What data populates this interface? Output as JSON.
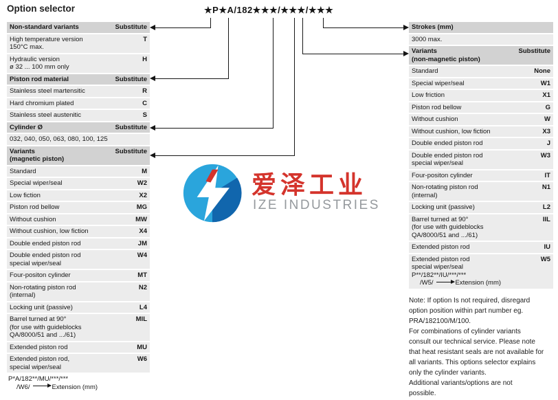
{
  "page": {
    "title": "Option selector",
    "part_code": "★P★A/182★★★/★★★/★★★"
  },
  "left_table": {
    "rows": [
      {
        "type": "header",
        "lines": [
          "Non-standard variants"
        ],
        "sub": "Substitute"
      },
      {
        "type": "data",
        "lines": [
          "High temperature version",
          "150°C max."
        ],
        "sub": "T"
      },
      {
        "type": "data",
        "lines": [
          "Hydraulic version",
          "ø 32 ... 100 mm only"
        ],
        "sub": "H"
      },
      {
        "type": "header",
        "lines": [
          "Piston rod material"
        ],
        "sub": "Substitute"
      },
      {
        "type": "data",
        "lines": [
          "Stainless steel martensitic"
        ],
        "sub": "R"
      },
      {
        "type": "data",
        "lines": [
          "Hard chromium plated"
        ],
        "sub": "C"
      },
      {
        "type": "data",
        "lines": [
          "Stainless steel austenitic"
        ],
        "sub": "S"
      },
      {
        "type": "header",
        "lines": [
          "Cylinder Ø"
        ],
        "sub": "Substitute"
      },
      {
        "type": "data",
        "lines": [
          "032, 040, 050, 063, 080, 100, 125"
        ],
        "sub": ""
      },
      {
        "type": "header",
        "lines": [
          "Variants",
          "(magnetic piston)"
        ],
        "sub": "Substitute"
      },
      {
        "type": "data",
        "lines": [
          "Standard"
        ],
        "sub": "M"
      },
      {
        "type": "data",
        "lines": [
          "Special wiper/seal"
        ],
        "sub": "W2"
      },
      {
        "type": "data",
        "lines": [
          "Low fiction"
        ],
        "sub": "X2"
      },
      {
        "type": "data",
        "lines": [
          "Piston rod bellow"
        ],
        "sub": "MG"
      },
      {
        "type": "data",
        "lines": [
          "Without cushion"
        ],
        "sub": "MW"
      },
      {
        "type": "data",
        "lines": [
          "Without cushion, low fiction"
        ],
        "sub": "X4"
      },
      {
        "type": "data",
        "lines": [
          "Double ended piston rod"
        ],
        "sub": "JM"
      },
      {
        "type": "data",
        "lines": [
          "Double ended piston rod",
          "special wiper/seal"
        ],
        "sub": "W4"
      },
      {
        "type": "data",
        "lines": [
          "Four-positon cylinder"
        ],
        "sub": "MT"
      },
      {
        "type": "data",
        "lines": [
          "Non-rotating piston rod",
          "(internal)"
        ],
        "sub": "N2"
      },
      {
        "type": "data",
        "lines": [
          "Locking unit (passive)"
        ],
        "sub": "L4"
      },
      {
        "type": "data",
        "lines": [
          "Barrel turned at 90°",
          "(for use with guideblocks",
          "QA/8000/51 and .../61)"
        ],
        "sub": "MIL"
      },
      {
        "type": "data",
        "lines": [
          "Extended piston rod"
        ],
        "sub": "MU"
      },
      {
        "type": "data",
        "lines": [
          "Extended piston rod,",
          "special wiper/seal"
        ],
        "sub": "W6"
      },
      {
        "type": "footer",
        "lines": [
          "P*A/182**/MU/***/***"
        ],
        "sub": "",
        "extension": {
          "code_line": "/W6/",
          "label": "Extension (mm)"
        }
      }
    ]
  },
  "right_table": {
    "rows": [
      {
        "type": "header",
        "lines": [
          "Strokes (mm)"
        ],
        "sub": ""
      },
      {
        "type": "data",
        "lines": [
          "3000 max."
        ],
        "sub": ""
      },
      {
        "type": "header",
        "lines": [
          "Variants",
          "(non-magnetic piston)"
        ],
        "sub": "Substitute"
      },
      {
        "type": "data",
        "lines": [
          "Standard"
        ],
        "sub": "None"
      },
      {
        "type": "data",
        "lines": [
          "Special wiper/seal"
        ],
        "sub": "W1"
      },
      {
        "type": "data",
        "lines": [
          "Low friction"
        ],
        "sub": "X1"
      },
      {
        "type": "data",
        "lines": [
          "Piston rod bellow"
        ],
        "sub": "G"
      },
      {
        "type": "data",
        "lines": [
          "Without cushion"
        ],
        "sub": "W"
      },
      {
        "type": "data",
        "lines": [
          "Without cushion, low fiction"
        ],
        "sub": "X3"
      },
      {
        "type": "data",
        "lines": [
          "Double ended piston rod"
        ],
        "sub": "J"
      },
      {
        "type": "data",
        "lines": [
          "Double ended piston rod",
          "special wiper/seal"
        ],
        "sub": "W3"
      },
      {
        "type": "data",
        "lines": [
          "Four-positon cylinder"
        ],
        "sub": "IT"
      },
      {
        "type": "data",
        "lines": [
          "Non-rotating piston rod",
          "(internal)"
        ],
        "sub": "N1"
      },
      {
        "type": "data",
        "lines": [
          "Locking unit (passive)"
        ],
        "sub": "L2"
      },
      {
        "type": "data",
        "lines": [
          "Barrel turned at 90°",
          "(for use with guideblocks",
          "QA/8000/51 and .../61)"
        ],
        "sub": "IIL"
      },
      {
        "type": "data",
        "lines": [
          "Extended piston rod"
        ],
        "sub": "IU"
      },
      {
        "type": "data",
        "lines": [
          "Extended piston rod",
          "special wiper/seal",
          "P**/182**/IU/***/***"
        ],
        "sub": "W5",
        "extension": {
          "code_line": "/W5/",
          "label": "Extension (mm)"
        }
      }
    ]
  },
  "note": {
    "lines": [
      "Note: If option Is not required, disregard",
      "option position within part number eg.",
      "PRA/182100/M/100.",
      "For combinations of cylinder variants",
      "consult our technical service. Please note",
      "that heat resistant seals are not available for",
      "all variants. This options selector explains",
      "only the cylinder variants.",
      "Additional variants/options are not",
      "possible."
    ]
  },
  "watermark": {
    "cn": "爱泽工业",
    "en": "IZE INDUSTRIES",
    "colors": {
      "blue_light": "#2AA5DC",
      "blue_dark": "#1166AD",
      "red": "#D4342C",
      "cn_red": "#D4342C",
      "en_gray": "#95999D"
    }
  }
}
